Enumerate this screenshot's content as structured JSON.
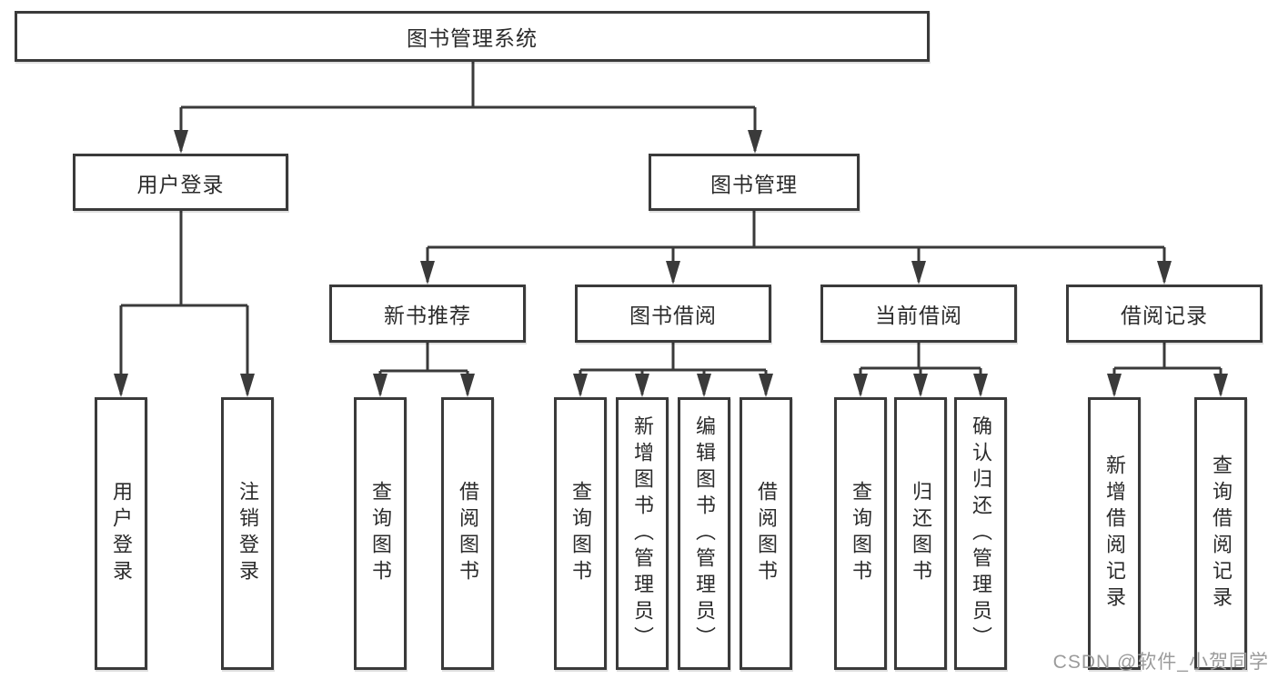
{
  "diagram": {
    "root": {
      "label": "图书管理系统"
    },
    "level2": [
      {
        "label": "用户登录"
      },
      {
        "label": "图书管理"
      }
    ],
    "level3": [
      {
        "label": "新书推荐"
      },
      {
        "label": "图书借阅"
      },
      {
        "label": "当前借阅"
      },
      {
        "label": "借阅记录"
      }
    ],
    "leaf_groups": [
      {
        "parent": "用户登录",
        "items": [
          "用户登录",
          "注销登录"
        ]
      },
      {
        "parent": "新书推荐",
        "items": [
          "查询图书",
          "借阅图书"
        ]
      },
      {
        "parent": "图书借阅",
        "items": [
          "查询图书",
          "新增图书（管理员）",
          "编辑图书（管理员）",
          "借阅图书"
        ]
      },
      {
        "parent": "当前借阅",
        "items": [
          "查询图书",
          "归还图书",
          "确认归还（管理员）"
        ]
      },
      {
        "parent": "借阅记录",
        "items": [
          "新增借阅记录",
          "查询借阅记录"
        ]
      }
    ]
  },
  "watermark": {
    "text": "CSDN @软件_小贺同学",
    "color": "#9b9b9b"
  },
  "colors": {
    "line": "#3a3a3a",
    "box_border": "#3a3a3a",
    "box_fill": "#ffffff",
    "text": "#2b2b2b",
    "background": "#ffffff"
  }
}
